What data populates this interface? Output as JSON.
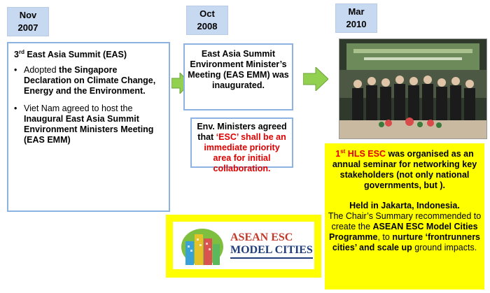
{
  "dates": {
    "d1": {
      "month": "Nov",
      "year": "2007"
    },
    "d2": {
      "month": "Oct",
      "year": "2008"
    },
    "d3": {
      "month": "Mar",
      "year": "2010"
    }
  },
  "box1": {
    "head_prefix": "3",
    "head_sup": "rd",
    "head_rest": " East Asia Summit (EAS)",
    "bullet1_plain": "Adopted ",
    "bullet1_bold": "the Singapore Declaration on Climate Change, Energy and the Environment.",
    "bullet2_plain": "Viet Nam agreed to host the ",
    "bullet2_bold": "Inaugural East Asia Summit Environment Ministers Meeting (EAS EMM)"
  },
  "box2": {
    "text": "East Asia Summit Environment Minister’s Meeting (EAS EMM) was inaugurated."
  },
  "box3": {
    "text_plain": "Env. Ministers agreed that ",
    "text_red": "‘ESC’ shall be an immediate priority area for initial collaboration."
  },
  "yellow": {
    "p1_num": "1",
    "p1_sup": "st",
    "p1_red": " HLS ESC",
    "p1_bold": "  was organised as an annual seminar for networking key stakeholders (not only national governments, but ).",
    "p2_bold": "Held in Jakarta, Indonesia.",
    "p2_a": "The Chair’s Summary recommended to create the ",
    "p2_b": "ASEAN ESC Model Cities Programme",
    "p2_c": ", to ",
    "p2_d": "nurture ‘frontrunners cities’ and scale up",
    "p2_e": " ground impacts."
  },
  "logo": {
    "line1": "ASEAN ESC",
    "line2": "MODEL CITIES"
  },
  "colors": {
    "date_bg": "#c6d9f1",
    "box_border": "#8db3e2",
    "arrow": "#92d050",
    "yellow": "#ffff00",
    "red": "#e00000"
  }
}
